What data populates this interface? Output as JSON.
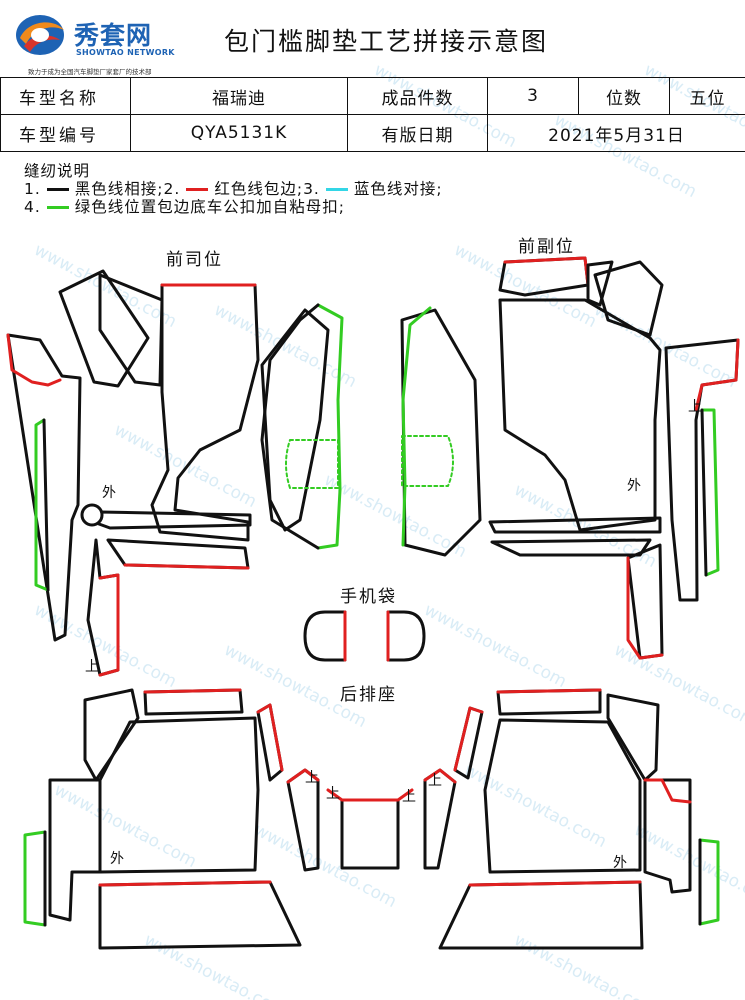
{
  "brand": {
    "name": "秀套网",
    "english": "SHOWTAO NETWORK",
    "slogan": "致力于成为全国汽车脚垫厂家套厂的技术部",
    "watermark": "www.showtao.com"
  },
  "title": "包门槛脚垫工艺拼接示意图",
  "info": {
    "model_name_label": "车型名称",
    "model_name": "福瑞迪",
    "piece_count_label": "成品件数",
    "piece_count": "3",
    "seats_label": "位数",
    "seats": "五位",
    "model_code_label": "车型编号",
    "model_code": "QYA5131K",
    "plate_date_label": "有版日期",
    "plate_date": "2021年5月31日"
  },
  "notes": {
    "heading": "缝纫说明",
    "n1_prefix": "1.",
    "n1_text": "黑色线相接;",
    "n2_prefix": "2.",
    "n2_text": "红色线包边;",
    "n3_prefix": "3.",
    "n3_text": "蓝色线对接;",
    "n4_prefix": "4.",
    "n4_text": "绿色线位置包边底车公扣加自粘母扣;"
  },
  "labels": {
    "front_driver": "前司位",
    "front_passenger": "前副位",
    "phone_bag": "手机袋",
    "rear_seat": "后排座",
    "outside": "外",
    "up": "上"
  },
  "colors": {
    "black_line": "#111111",
    "red_line": "#e02020",
    "blue_line": "#33d6e6",
    "green_line": "#33cc22",
    "brand_blue": "#1e63b4",
    "brand_orange": "#f08a1c",
    "brand_red": "#d9342b"
  }
}
